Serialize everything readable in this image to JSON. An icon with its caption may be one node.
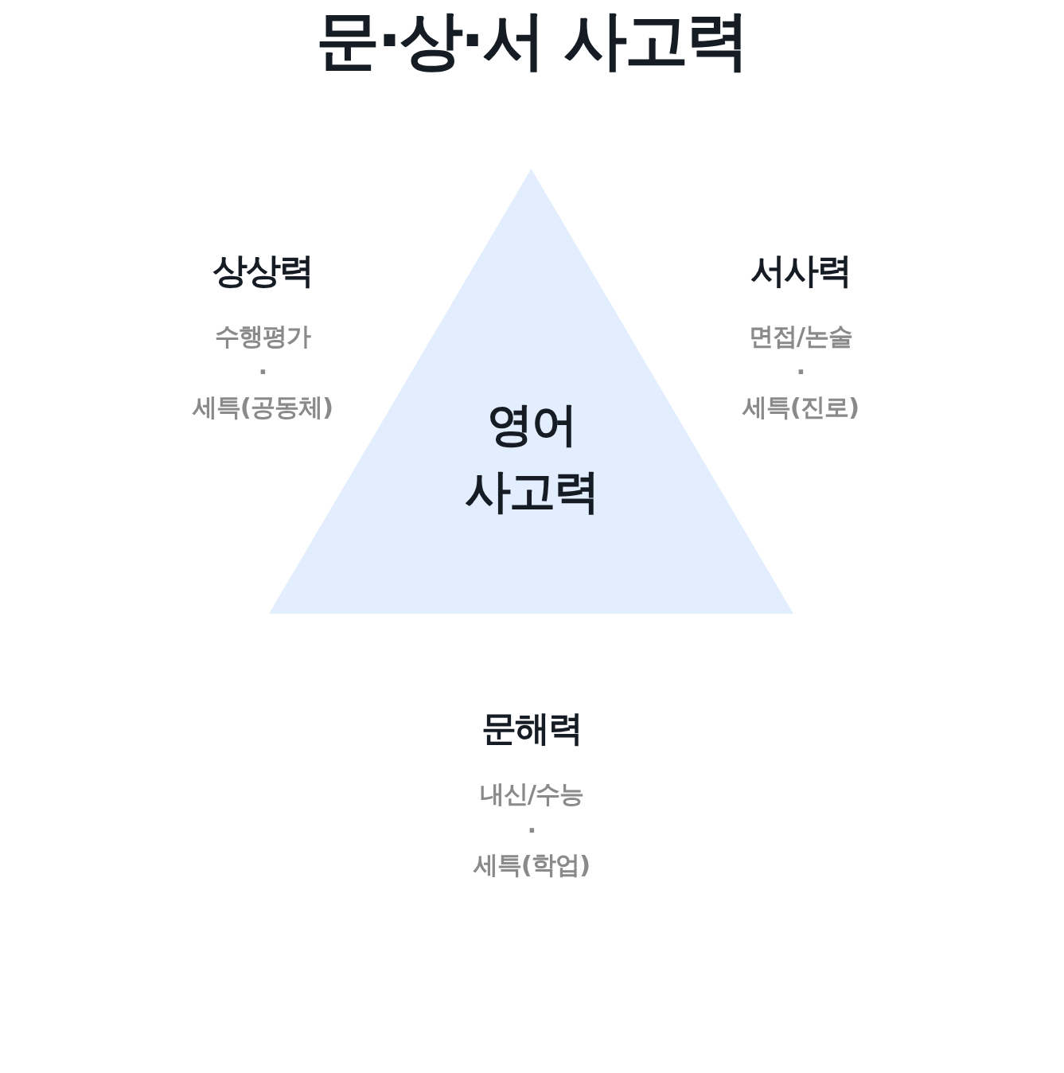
{
  "diagram": {
    "title": "문·상·서 사고력",
    "nodes": [
      {
        "text": [
          "영어 사고력"
        ]
      }
    ],
    "edges": [],
    "labels": [
      "상상력",
      "수행평가",
      "·",
      "세특(공동체)",
      "서사력",
      "면접/논술",
      "·",
      "세특(진로)",
      "문해력",
      "내신/수능",
      "·",
      "세특(학업)"
    ]
  }
}
